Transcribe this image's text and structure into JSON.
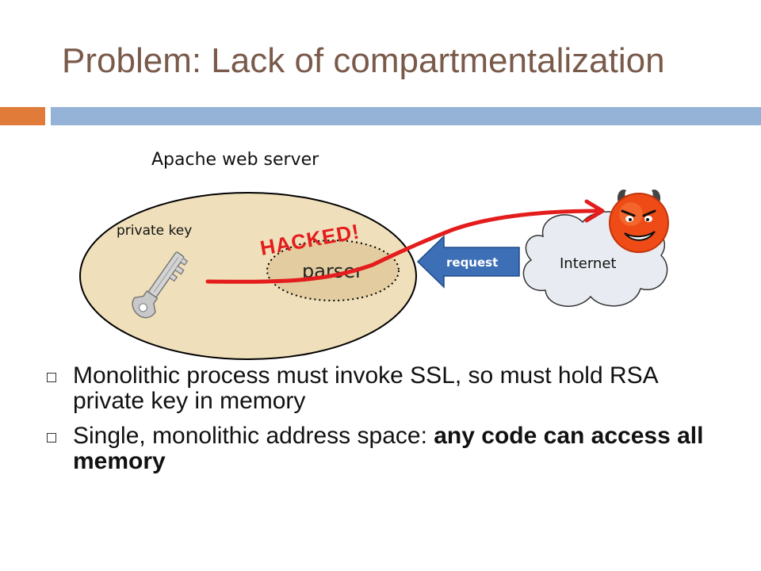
{
  "slide": {
    "title": "Problem: Lack of compartmentalization",
    "accent_colors": {
      "orange": "#e07b39",
      "blue": "#94b3d7",
      "title": "#7a5a4a"
    }
  },
  "diagram": {
    "server_label": "Apache web server",
    "private_key_label": "private key",
    "parser_label": "parser",
    "hacked_label": "HACKED!",
    "request_label": "request",
    "internet_label": "Internet",
    "icons": [
      "key-icon",
      "devil-icon",
      "cloud-icon",
      "arrow-icon"
    ]
  },
  "bullets": [
    {
      "text": "Monolithic process must invoke SSL, so must hold RSA private key in memory",
      "bold": ""
    },
    {
      "text": "Single, monolithic address space: ",
      "bold": "any code can access all memory"
    }
  ]
}
